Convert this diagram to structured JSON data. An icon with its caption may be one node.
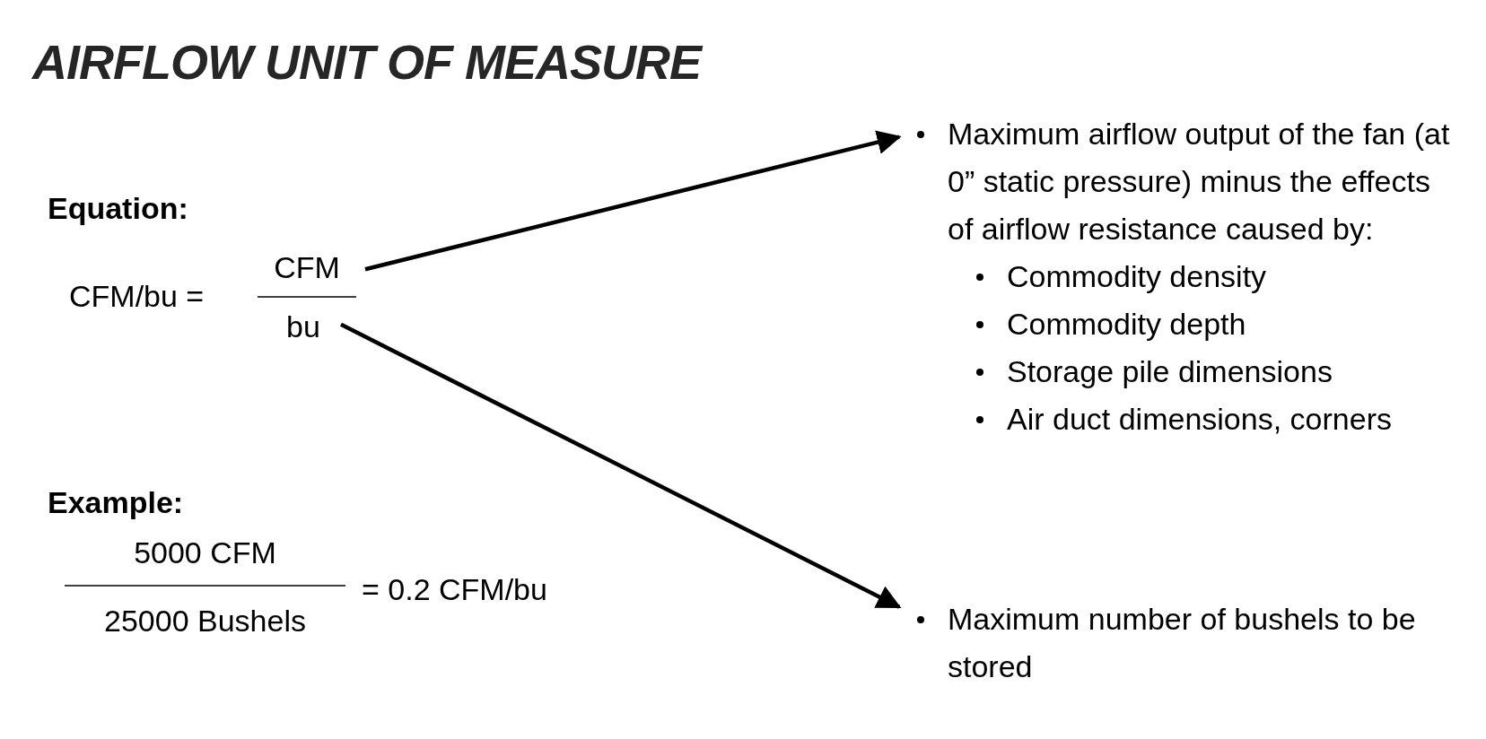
{
  "diagram": {
    "title": "AIRFLOW UNIT OF MEASURE",
    "nodes": [
      {
        "text": [
          "CFM"
        ]
      },
      {
        "text": [
          "bu"
        ]
      },
      {
        "text": [
          "Maximum airflow output of the fan (at 0” static pressure) minus the effects of airflow resistance caused by:",
          "Commodity density",
          "Commodity depth",
          "Storage pile dimensions",
          "Air duct dimensions, corners"
        ]
      },
      {
        "text": [
          "Maximum number of bushels to be stored"
        ]
      }
    ],
    "edges": [
      {
        "from": 0,
        "to": 2,
        "arrow": "to"
      },
      {
        "from": 1,
        "to": 3,
        "arrow": "to"
      }
    ],
    "labels": [
      "Equation:",
      "CFM/bu =",
      "Example:",
      "5000 CFM",
      "25000 Bushels",
      "= 0.2 CFM/bu"
    ]
  }
}
